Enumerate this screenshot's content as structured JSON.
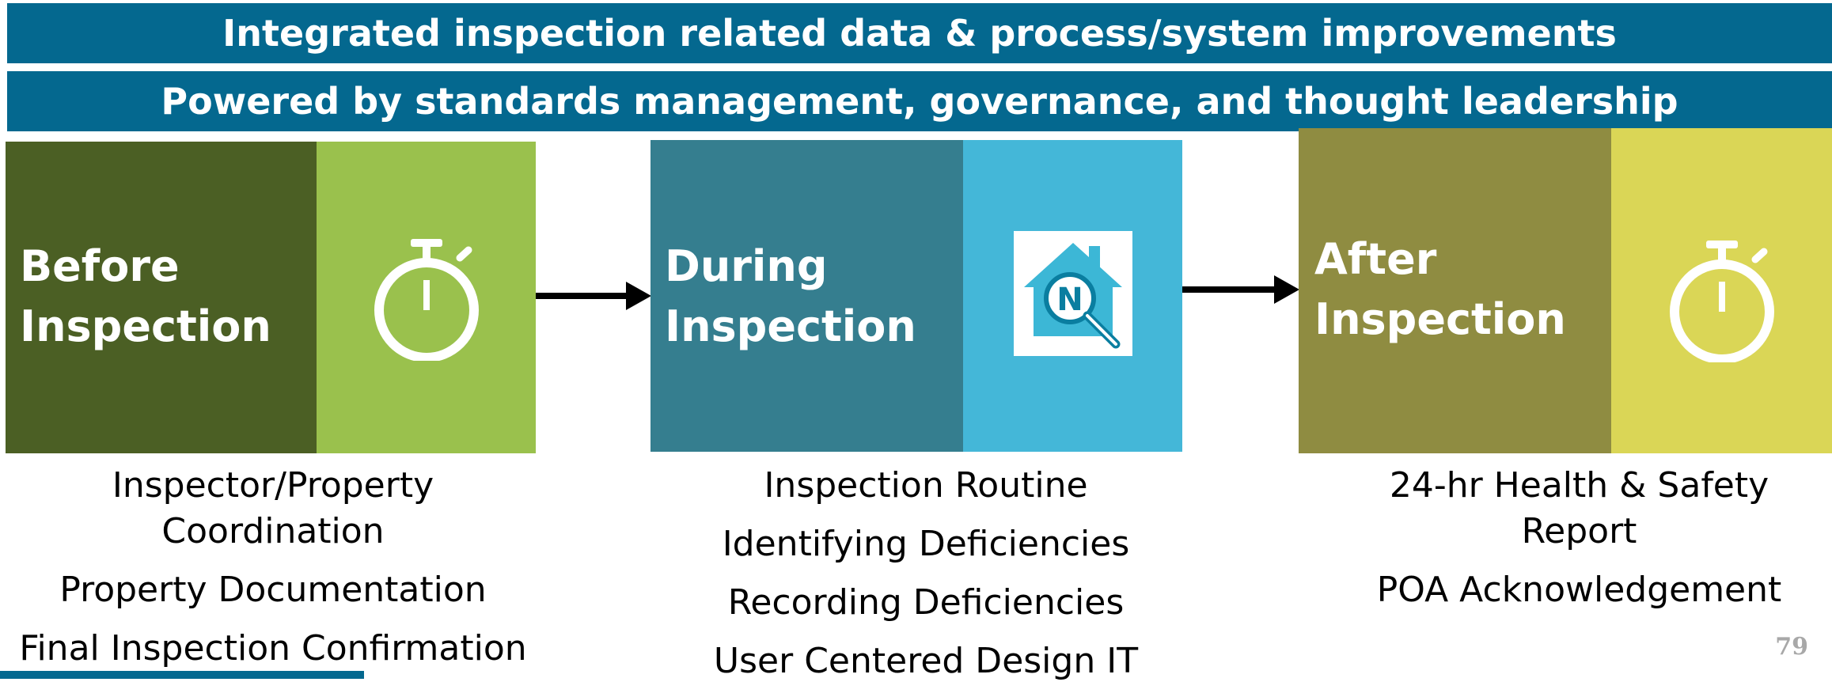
{
  "banners": {
    "top": "Integrated inspection related data & process/system improvements",
    "second": "Powered by standards management, governance, and thought leadership"
  },
  "stages": [
    {
      "label": "Before\nInspection",
      "icon": "stopwatch-icon",
      "color_dark": "#4b5f24",
      "color_light": "#9ac14d",
      "items": [
        "Inspector/Property\nCoordination",
        "Property Documentation",
        "Final Inspection Confirmation"
      ]
    },
    {
      "label": "During\nInspection",
      "icon": "house-magnifier-icon",
      "icon_letter": "N",
      "color_dark": "#357e8f",
      "color_light": "#44b7d8",
      "items": [
        "Inspection Routine",
        "Identifying Deficiencies",
        "Recording Deficiencies",
        "User Centered Design IT"
      ]
    },
    {
      "label": "After\nInspection",
      "icon": "stopwatch-icon",
      "color_dark": "#8f8c41",
      "color_light": "#dad656",
      "items": [
        "24-hr Health & Safety Report",
        "POA Acknowledgement"
      ]
    }
  ],
  "page_number": "79"
}
